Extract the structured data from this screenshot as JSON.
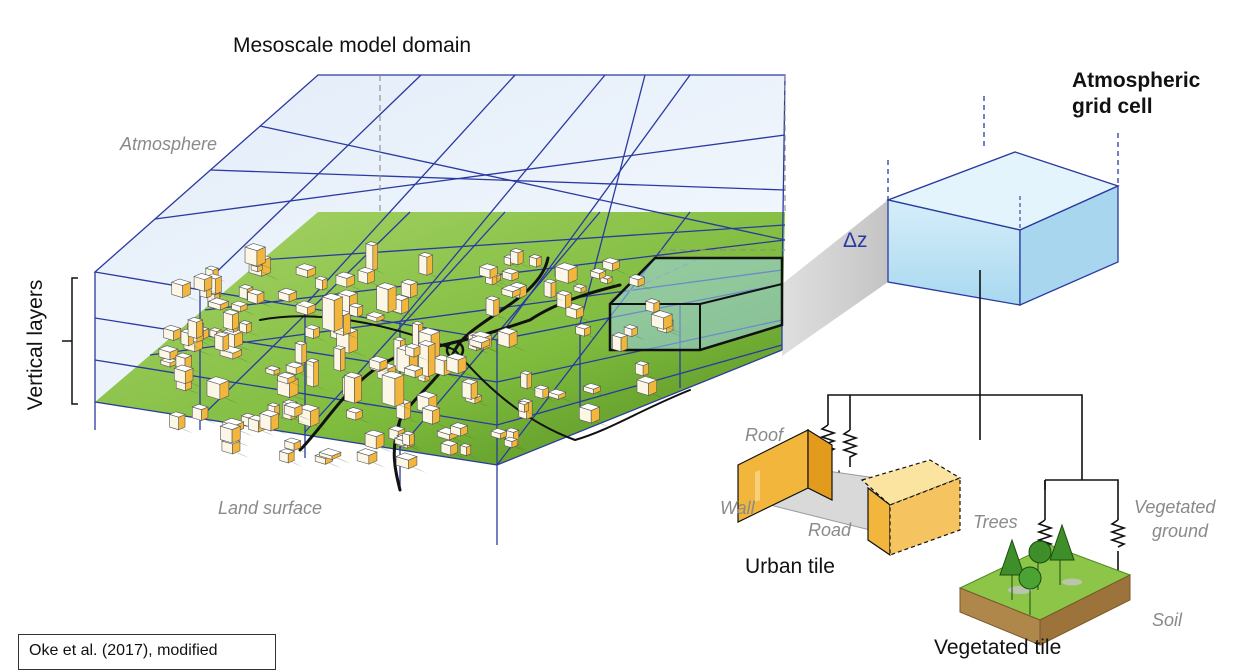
{
  "labels": {
    "title": "Mesoscale model domain",
    "atmosphere": "Atmosphere",
    "land_surface": "Land surface",
    "vertical_layers": "Vertical layers",
    "grid_cell_line1": "Atmospheric",
    "grid_cell_line2": "grid cell",
    "delta_z": "Δz",
    "roof": "Roof",
    "wall": "Wall",
    "road": "Road",
    "urban_tile": "Urban tile",
    "trees": "Trees",
    "vegetated_ground_line1": "Vegetated",
    "vegetated_ground_line2": "ground",
    "soil": "Soil",
    "vegetated_tile": "Vegetated tile",
    "citation": "Oke et al. (2017), modified"
  },
  "colors": {
    "grid_line": "#2a3aa0",
    "atmosphere_fill": "#e3eefa",
    "land_fill": "#8cc548",
    "land_dark": "#4f8a1e",
    "building_light": "#fbf6e6",
    "building_dark": "#f2b63c",
    "cell_fill": "#bfe4f4",
    "soil": "#b0874a",
    "tree": "#3e8f2a"
  }
}
